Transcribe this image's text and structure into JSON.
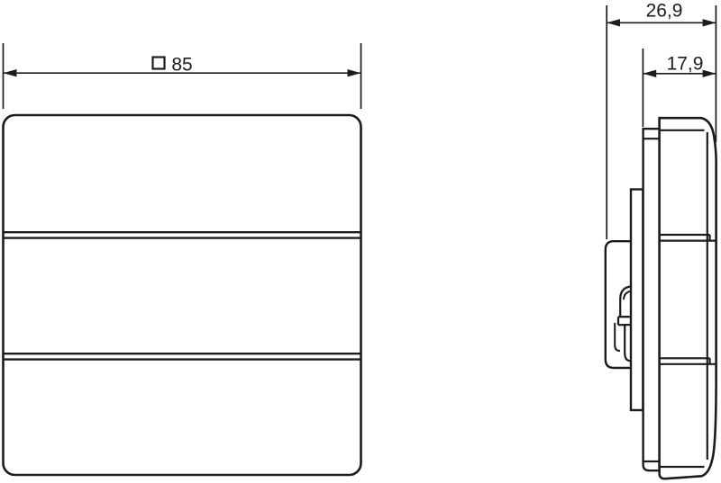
{
  "page": {
    "background": "#ffffff",
    "line_color": "#1c1c1c"
  },
  "front_view": {
    "width_dimension": {
      "symbol": "□",
      "value": "85"
    }
  },
  "side_view": {
    "total_depth": "26,9",
    "front_depth": "17,9"
  }
}
